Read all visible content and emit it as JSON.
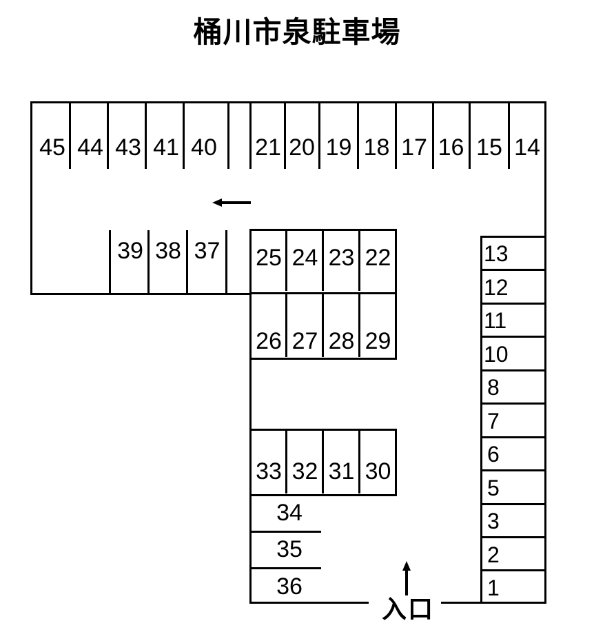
{
  "title": "桶川市泉駐車場",
  "entrance": {
    "label": "入口",
    "arrow_icon": "arrow-up-icon"
  },
  "flow_arrow": {
    "icon": "arrow-left-icon"
  },
  "rows": {
    "top_row_left": {
      "name": "top-row-left-stalls",
      "stalls": [
        "45",
        "44",
        "43",
        "41",
        "40"
      ]
    },
    "top_row_right": {
      "name": "top-row-right-stalls",
      "stalls": [
        "21",
        "20",
        "19",
        "18",
        "17",
        "16",
        "15",
        "14"
      ]
    },
    "middle_row_left": {
      "name": "middle-row-left-stalls",
      "stalls": [
        "39",
        "38",
        "37"
      ]
    },
    "center_block_upper": {
      "name": "center-block-upper-stalls",
      "stalls": [
        "25",
        "24",
        "23",
        "22"
      ]
    },
    "center_block_lower": {
      "name": "center-block-lower-stalls",
      "stalls": [
        "26",
        "27",
        "28",
        "29"
      ]
    },
    "lower_block": {
      "name": "lower-block-stalls",
      "stalls": [
        "33",
        "32",
        "31",
        "30"
      ]
    },
    "lower_stack": {
      "name": "lower-stack-stalls",
      "stalls": [
        "34",
        "35",
        "36"
      ]
    },
    "right_column": {
      "name": "right-column-stalls",
      "stalls": [
        "13",
        "12",
        "11",
        "10",
        "8",
        "7",
        "6",
        "5",
        "3",
        "2",
        "1"
      ]
    }
  },
  "colors": {
    "line": "#000000",
    "background": "#ffffff",
    "text": "#000000"
  }
}
